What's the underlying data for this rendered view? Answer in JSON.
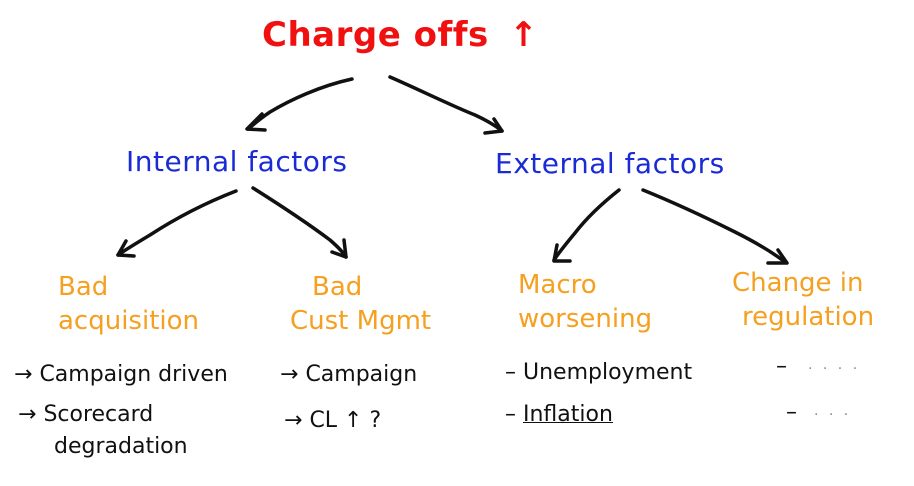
{
  "colors": {
    "root": "#f01010",
    "level1": "#1a2bd6",
    "level2": "#f5a020",
    "leaf": "#111111",
    "arrow": "#111111",
    "background": "#ffffff"
  },
  "root": {
    "label": "Charge offs",
    "trend_icon": "↑"
  },
  "branches": [
    {
      "label": "Internal factors",
      "children": [
        {
          "label_line1": "Bad",
          "label_line2": "acquisition",
          "items": [
            {
              "bullet": "→",
              "text": "Campaign driven"
            },
            {
              "bullet": "→",
              "text": "Scorecard",
              "text_line2": "degradation"
            }
          ]
        },
        {
          "label_line1": "Bad",
          "label_line2": "Cust Mgmt",
          "items": [
            {
              "bullet": "→",
              "text": "Campaign"
            },
            {
              "bullet": "→",
              "text": "CL ↑ ?"
            }
          ]
        }
      ]
    },
    {
      "label": "External factors",
      "children": [
        {
          "label_line1": "Macro",
          "label_line2": "worsening",
          "items": [
            {
              "bullet": "–",
              "text": "Unemployment"
            },
            {
              "bullet": "–",
              "text": "Inflation"
            }
          ]
        },
        {
          "label_line1": "Change in",
          "label_line2": "regulation",
          "items": [
            {
              "bullet": "–",
              "text": "· · · ·"
            },
            {
              "bullet": "–",
              "text": "· · ·"
            }
          ]
        }
      ]
    }
  ]
}
